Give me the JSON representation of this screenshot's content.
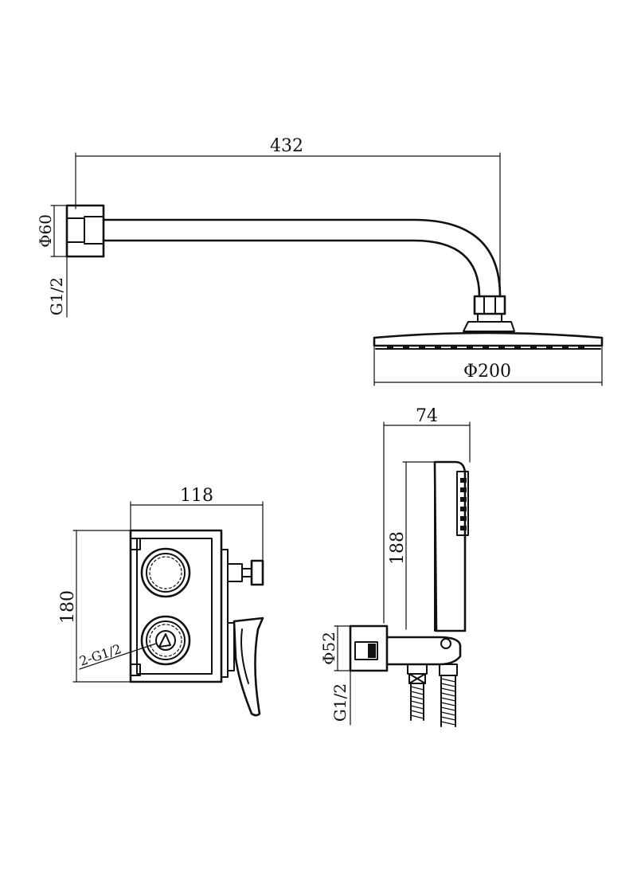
{
  "views": {
    "shower_head": {
      "length": "432",
      "flange_diameter": "Φ60",
      "thread": "G1/2",
      "head_diameter": "Φ200"
    },
    "mixer_valve": {
      "width": "118",
      "height": "180",
      "outlet_thread": "2-G1/2"
    },
    "hand_shower": {
      "depth": "74",
      "height": "188",
      "flange_diameter": "Φ52",
      "thread": "G1/2"
    }
  },
  "colors": {
    "line": "#111111",
    "background": "#ffffff"
  }
}
